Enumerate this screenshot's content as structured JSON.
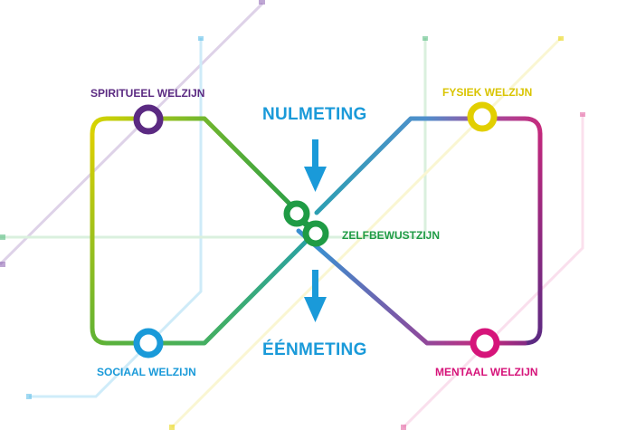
{
  "title_top": "NULMETING",
  "title_bottom": "ÉÉNMETING",
  "center": {
    "label": "ZELFBEWUSTZIJN",
    "color": "#1f9b45"
  },
  "stations": [
    {
      "id": "spiritueel",
      "label": "SPIRITUEEL WELZIJN",
      "color": "#5b2a82"
    },
    {
      "id": "sociaal",
      "label": "SOCIAAL WELZIJN",
      "color": "#1a9ad9"
    },
    {
      "id": "fysiek",
      "label": "FYSIEK WELZIJN",
      "color": "#e2cf00"
    },
    {
      "id": "mentaal",
      "label": "MENTAAL WELZIJN",
      "color": "#d6147a"
    }
  ],
  "colors": {
    "arrow": "#1a9ad9",
    "yellow": "#e2cf00",
    "green": "#63b22f",
    "blue": "#3a9bd6",
    "magenta": "#c4287c",
    "purple": "#5b2a82"
  }
}
